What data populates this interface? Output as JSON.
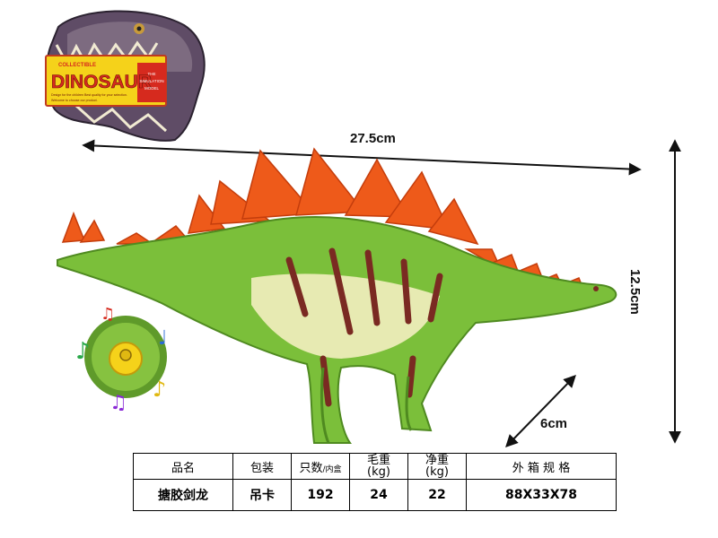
{
  "logo": {
    "top_tag": "COLLECTIBLE",
    "title": "DINOSAUR",
    "badge_lines": [
      "THE",
      "SIMULATION",
      "MODEL"
    ],
    "tagline_1": "Design for the children Best quality for your selection.",
    "tagline_2": "Welcome to choose our product."
  },
  "dimensions": {
    "length": "27.5cm",
    "height": "12.5cm",
    "width": "6cm"
  },
  "colors": {
    "plates": "#ee5a1a",
    "body_green": "#7bbf3a",
    "belly": "#f3eec0",
    "stripes": "#7a2a22",
    "logo_yellow": "#f5d21a",
    "logo_red": "#d62a1e"
  },
  "spec_table": {
    "headers": {
      "name": "品名",
      "package": "包装",
      "qty": "只数",
      "qty_sub": "/内盒",
      "gross_weight": "毛重",
      "gross_unit": "(kg)",
      "net_weight": "净重",
      "net_unit": "(kg)",
      "carton_size": "外 箱 规 格"
    },
    "row": {
      "name": "搪胶剑龙",
      "package": "吊卡",
      "qty": "192",
      "gross_weight": "24",
      "net_weight": "22",
      "carton_size": "88X33X78"
    }
  },
  "icons": [
    "music-note-icon",
    "sound-button-icon"
  ]
}
